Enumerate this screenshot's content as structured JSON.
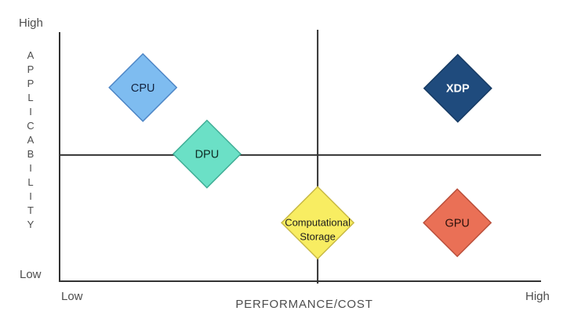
{
  "chart_data": {
    "type": "scatter",
    "variant": "quadrant",
    "title": "",
    "xlabel": "PERFORMANCE/COST",
    "ylabel": "APPLICABILITY",
    "x_ticks": {
      "low": "Low",
      "high": "High"
    },
    "y_ticks": {
      "low": "Low",
      "high": "High"
    },
    "xlim": [
      0,
      1
    ],
    "ylim": [
      0,
      1
    ],
    "grid": false,
    "legend": false,
    "divider_x": 0.536,
    "divider_y": 0.505,
    "axis_color": "#333333",
    "label_color": "#4d4d4d",
    "points": [
      {
        "label": "CPU",
        "x": 0.173,
        "y": 0.775,
        "size": 43,
        "fill": "#7EBCF0",
        "stroke": "#4E86C6",
        "text_color": "#13233F",
        "bold": false,
        "font_size": 14.5
      },
      {
        "label": "DPU",
        "x": 0.306,
        "y": 0.509,
        "size": 43,
        "fill": "#6BE0C6",
        "stroke": "#3FAE96",
        "text_color": "#0E2B24",
        "bold": false,
        "font_size": 14.5
      },
      {
        "label": "Computational Storage",
        "x": 0.536,
        "y": 0.234,
        "size": 46,
        "fill": "#F8ED62",
        "stroke": "#C8B944",
        "text_color": "#1C1C1C",
        "bold": false,
        "font_size": 13
      },
      {
        "label": "XDP",
        "x": 0.827,
        "y": 0.772,
        "size": 43,
        "fill": "#1F4B7D",
        "stroke": "#163A63",
        "text_color": "#FFFFFF",
        "bold": true,
        "font_size": 14.5
      },
      {
        "label": "GPU",
        "x": 0.826,
        "y": 0.234,
        "size": 43,
        "fill": "#EA7056",
        "stroke": "#BA4F3B",
        "text_color": "#2B110B",
        "bold": false,
        "font_size": 14.5
      }
    ]
  }
}
